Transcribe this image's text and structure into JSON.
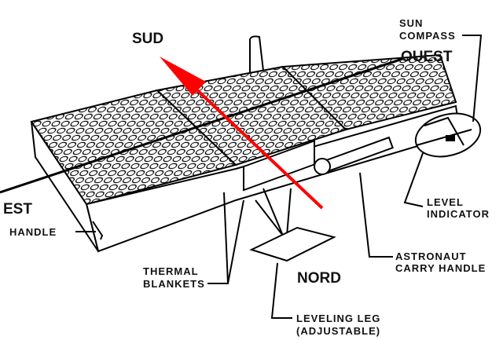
{
  "directions": {
    "south": "SUD",
    "west": "OUEST",
    "east": "EST",
    "north": "NORD"
  },
  "labels": {
    "sun_compass": [
      "SUN",
      "COMPASS"
    ],
    "level_indicator": [
      "LEVEL",
      "INDICATOR"
    ],
    "astronaut_carry_handle": [
      "ASTRONAUT",
      "CARRY HANDLE"
    ],
    "handle": "HANDLE",
    "thermal_blankets": [
      "THERMAL",
      "BLANKETS"
    ],
    "leveling_leg": [
      "LEVELING LEG",
      "(ADJUSTABLE)"
    ]
  },
  "colors": {
    "arrow": "#ff0000",
    "line": "#000000"
  }
}
